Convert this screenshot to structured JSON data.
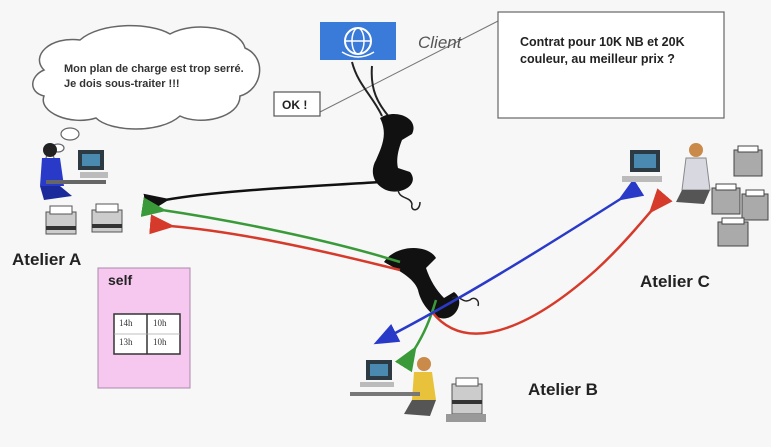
{
  "thought_bubble": {
    "text": "Mon plan de charge est trop serré. Je dois sous-traiter !!!"
  },
  "client": {
    "label": "Client"
  },
  "reply": {
    "label": "OK !"
  },
  "contract_box": {
    "text": "Contrat pour 10K NB et 20K couleur, au meilleur prix ?"
  },
  "workshops": {
    "a": {
      "label": "Atelier A"
    },
    "b": {
      "label": "Atelier B"
    },
    "c": {
      "label": "Atelier C"
    }
  },
  "self_panel": {
    "label": "self",
    "cells": [
      "14h",
      "10h",
      "13h",
      "10h"
    ]
  },
  "colors": {
    "black_link": "#111111",
    "green_link": "#3a9a3a",
    "red_link": "#d63a2a",
    "blue_link": "#2a3ac8",
    "self_panel_fill": "#f6c8f0",
    "client_logo": "#3a7ad8"
  },
  "icons": [
    "telephone-handset-icon",
    "operator-computer-icon",
    "printer-icon",
    "globe-logo-icon"
  ]
}
